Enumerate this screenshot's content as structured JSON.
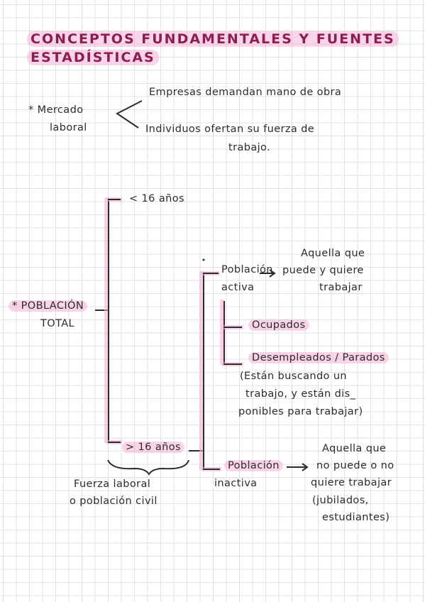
{
  "title": {
    "line1": "CONCEPTOS FUNDAMENTALES Y FUENTES",
    "line2": "ESTADÍSTICAS"
  },
  "mercado": {
    "label_line1": "* Mercado",
    "label_line2": "laboral",
    "branch1": "Empresas demandan mano de obra",
    "branch2_line1": "Individuos ofertan su   fuerza de",
    "branch2_line2": "trabajo."
  },
  "poblacion": {
    "label_line1": "* POBLACIÓN",
    "label_line2": "TOTAL",
    "menor": "< 16 años",
    "mayor": "> 16 años",
    "fuerza_line1": "Fuerza laboral",
    "fuerza_line2": "o población civil"
  },
  "activa": {
    "label_line1": "Población",
    "label_line2": "activa",
    "def_line1": "Aquella que",
    "def_line2": "puede y quiere",
    "def_line3": "trabajar",
    "ocupados": "Ocupados",
    "desempleados": "Desempleados / Parados",
    "desempleados_note_line1": "(Están buscando  un",
    "desempleados_note_line2": "trabajo, y están  dis_",
    "desempleados_note_line3": "ponibles para trabajar)"
  },
  "inactiva": {
    "label_line1": "Población",
    "label_line2": "inactiva",
    "def_line1": "Aquella que",
    "def_line2": "no puede o no",
    "def_line3": "quiere trabajar",
    "def_line4": "(jubilados,",
    "def_line5": "estudiantes)"
  }
}
